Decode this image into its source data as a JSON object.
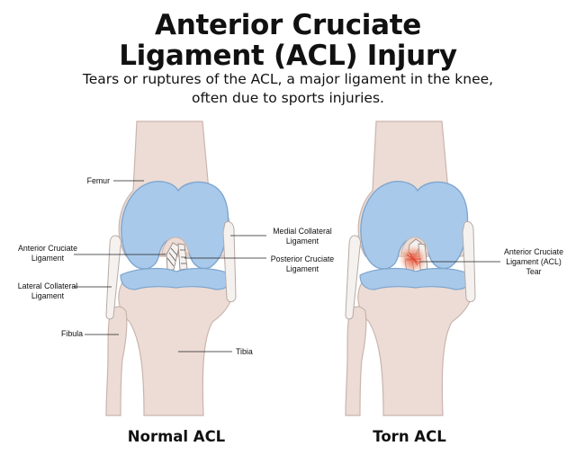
{
  "title_line1": "Anterior Cruciate",
  "title_line2": "Ligament (ACL) Injury",
  "subtitle_line1": "Tears or ruptures of the ACL, a major ligament in the knee,",
  "subtitle_line2": "often due to sports injuries.",
  "labels": {
    "femur": "Femur",
    "acl_line1": "Anterior Cruciate",
    "acl_line2": "Ligament",
    "lcl_line1": "Lateral Collateral",
    "lcl_line2": "Ligament",
    "fibula": "Fibula",
    "mcl_line1": "Medial Collateral",
    "mcl_line2": "Ligament",
    "pcl_line1": "Posterior Cruciate",
    "pcl_line2": "Ligament",
    "tibia": "Tibia",
    "tear_line1": "Anterior Cruciate",
    "tear_line2": "Ligament (ACL)",
    "tear_line3": "Tear"
  },
  "captions": {
    "normal": "Normal ACL",
    "torn": "Torn ACL"
  },
  "colors": {
    "bone": "#ecdcd5",
    "bone_outline": "#c9b5ad",
    "cartilage": "#a9c9ea",
    "cartilage_outline": "#7fa6cf",
    "ligament": "#f4f1ef",
    "tear": "#e8503a"
  }
}
